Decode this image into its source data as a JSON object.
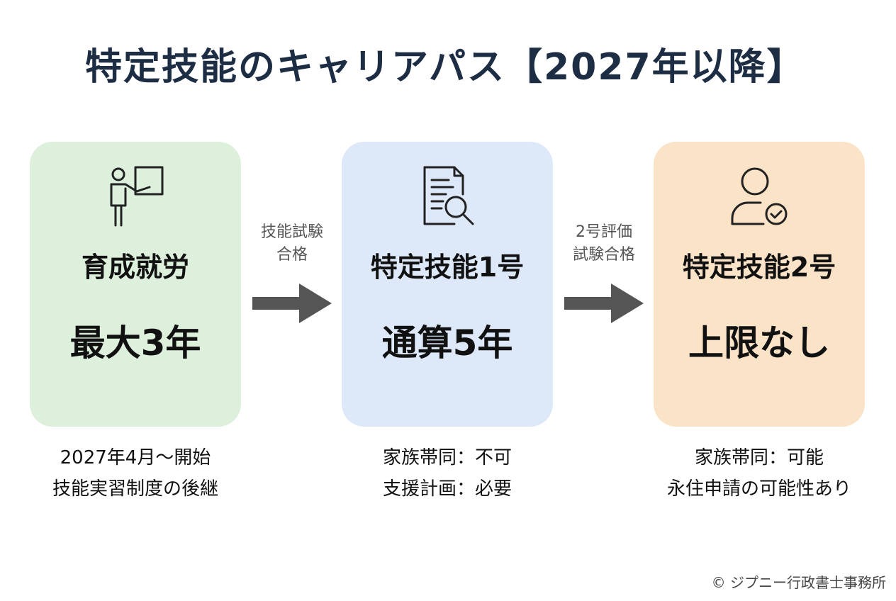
{
  "title": "特定技能のキャリアパス【2027年以降】",
  "stages": [
    {
      "icon": "teacher-presentation-icon",
      "name": "育成就労",
      "period": "最大3年",
      "notes": [
        "2027年4月～開始",
        "技能実習制度の後継"
      ],
      "color": "#ddf0dc"
    },
    {
      "icon": "document-search-icon",
      "name": "特定技能1号",
      "period": "通算5年",
      "notes": [
        "家族帯同：不可",
        "支援計画：必要"
      ],
      "color": "#dde8f9"
    },
    {
      "icon": "user-check-icon",
      "name": "特定技能2号",
      "period": "上限なし",
      "notes": [
        "家族帯同：可能",
        "永住申請の可能性あり"
      ],
      "color": "#fbe3c8"
    }
  ],
  "transitions": [
    {
      "lines": [
        "技能試験",
        "合格"
      ]
    },
    {
      "lines": [
        "2号評価",
        "試験合格"
      ]
    }
  ],
  "arrow_color": "#555555",
  "title_color": "#1d2d44",
  "copyright": "© ジプニー行政書士事務所"
}
